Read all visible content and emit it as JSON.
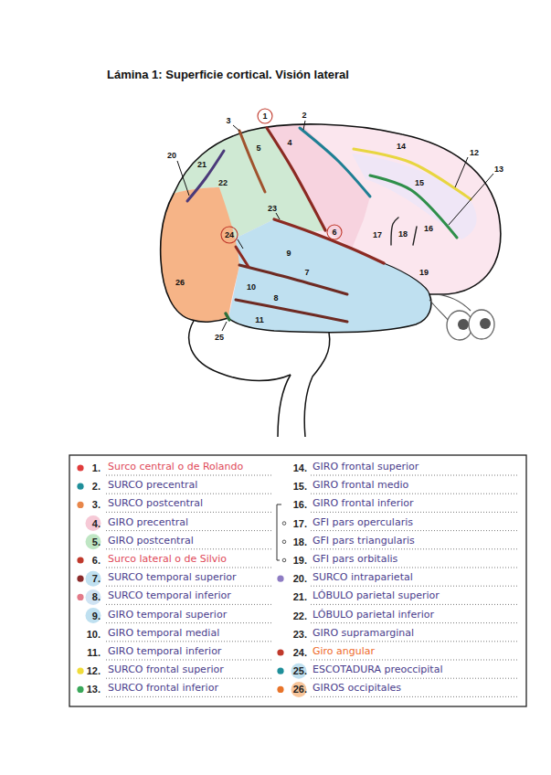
{
  "diagram": {
    "title": "Lámina 1: Superficie cortical. Visión lateral",
    "labels": [
      "1",
      "2",
      "3",
      "4",
      "5",
      "6",
      "7",
      "8",
      "9",
      "10",
      "11",
      "12",
      "13",
      "14",
      "15",
      "16",
      "17",
      "18",
      "19",
      "20",
      "21",
      "22",
      "23",
      "24",
      "25",
      "26",
      "1.",
      "Surco central o de Rolando",
      "2.",
      "SURCO precentral",
      "3.",
      "SURCO postcentral",
      "4.",
      "GIRO precentral",
      "5.",
      "GIRO postcentral",
      "6.",
      "Surco lateral o de Silvio",
      "7.",
      "SURCO temporal superior",
      "8.",
      "SURCO temporal inferior",
      "9.",
      "GIRO temporal superior",
      "10.",
      "GIRO temporal medial",
      "11.",
      "GIRO temporal inferior",
      "12.",
      "SURCO frontal superior",
      "13.",
      "SURCO frontal inferior",
      "14.",
      "GIRO frontal superior",
      "15.",
      "GIRO frontal medio",
      "16.",
      "GIRO frontal inferior",
      "17.",
      "GFI pars opercularis",
      "18.",
      "GFI pars triangularis",
      "19.",
      "GFI pars orbitalis",
      "20.",
      "SURCO intraparietal",
      "21.",
      "LÓBULO parietal superior",
      "22.",
      "LÓBULO parietal inferior",
      "23.",
      "GIRO supramarginal",
      "24.",
      "Giro angular",
      "25.",
      "ESCOTADURA preoccipital",
      "26.",
      "GIROS occipitales"
    ]
  }
}
